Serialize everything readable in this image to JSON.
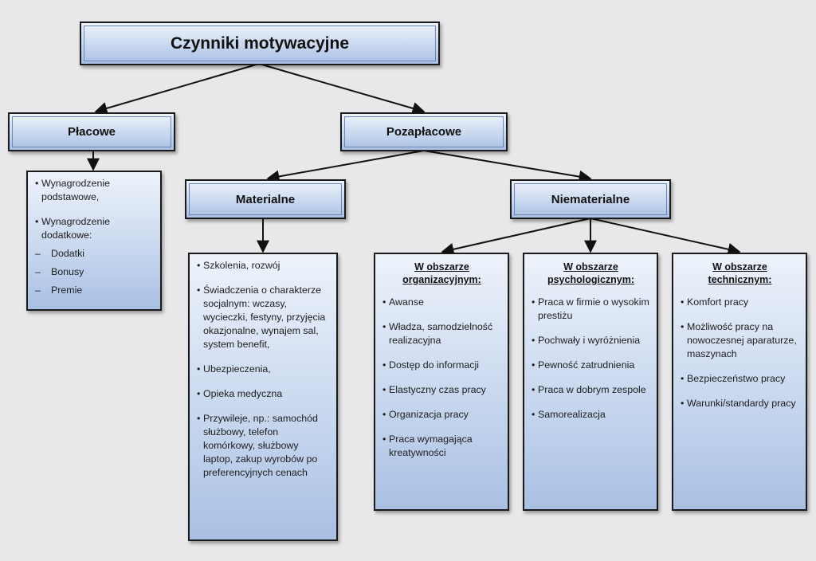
{
  "root": {
    "title": "Czynniki motywacyjne"
  },
  "placowe": {
    "title": "Płacowe",
    "items": [
      {
        "text": "Wynagrodzenie podstawowe,",
        "style": "bullet"
      },
      {
        "text": "Wynagrodzenie dodatkowe:",
        "style": "bullet"
      },
      {
        "text": "Dodatki",
        "style": "dash"
      },
      {
        "text": "Bonusy",
        "style": "dash"
      },
      {
        "text": "Premie",
        "style": "dash"
      }
    ]
  },
  "pozaplacowe": {
    "title": "Pozapłacowe"
  },
  "materialne": {
    "title": "Materialne",
    "items": [
      "Szkolenia, rozwój",
      "Świadczenia o charakterze socjalnym: wczasy, wycieczki, festyny, przyjęcia okazjonalne, wynajem sal, system benefit,",
      "Ubezpieczenia,",
      "Opieka medyczna",
      "Przywileje, np.: samochód służbowy, telefon komórkowy, służbowy laptop, zakup wyrobów po preferencyjnych cenach"
    ]
  },
  "niematerialne": {
    "title": "Niematerialne"
  },
  "organizacyjny": {
    "title": "W obszarze organizacyjnym:",
    "items": [
      "Awanse",
      "Władza, samodzielność realizacyjna",
      "Dostęp do informacji",
      "Elastyczny czas pracy",
      "Organizacja pracy",
      "Praca wymagająca kreatywności"
    ]
  },
  "psychologiczny": {
    "title": "W obszarze psychologicznym:",
    "items": [
      "Praca w firmie o wysokim prestiżu",
      "Pochwały i wyróżnienia",
      "Pewność zatrudnienia",
      "Praca w dobrym zespole",
      "Samorealizacja"
    ]
  },
  "techniczny": {
    "title": "W obszarze technicznym:",
    "items": [
      "Komfort pracy",
      "Możliwość pracy na nowoczesnej aparaturze, maszynach",
      "Bezpieczeństwo pracy",
      "Warunki/standardy pracy"
    ]
  }
}
